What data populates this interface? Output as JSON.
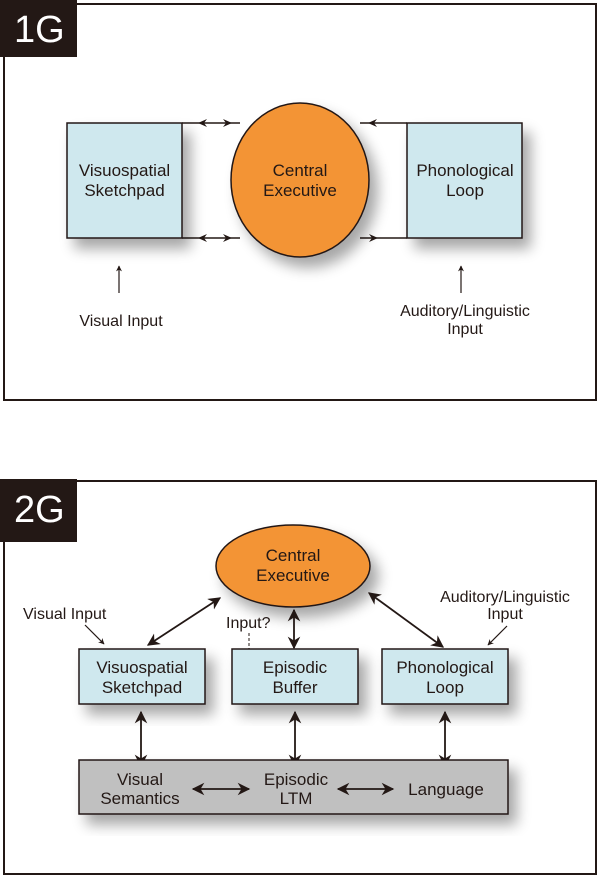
{
  "panels": [
    {
      "id": "1G",
      "label": "1G",
      "central": [
        "Central",
        "Executive"
      ],
      "left_box": [
        "Visuospatial",
        "Sketchpad"
      ],
      "right_box": [
        "Phonological",
        "Loop"
      ],
      "left_input": "Visual Input",
      "right_input": [
        "Auditory/Linguistic",
        "Input"
      ]
    },
    {
      "id": "2G",
      "label": "2G",
      "central": [
        "Central",
        "Executive"
      ],
      "left_box": [
        "Visuospatial",
        "Sketchpad"
      ],
      "middle_box": [
        "Episodic",
        "Buffer"
      ],
      "right_box": [
        "Phonological",
        "Loop"
      ],
      "left_input": "Visual Input",
      "middle_input": "Input?",
      "right_input": [
        "Auditory/Linguistic",
        "Input"
      ],
      "ltm": {
        "left": [
          "Visual",
          "Semantics"
        ],
        "middle": [
          "Episodic",
          "LTM"
        ],
        "right": "Language"
      }
    }
  ],
  "colors": {
    "box_fill": "#cfe8ee",
    "ellipse_fill": "#f39435",
    "ltm_fill": "#c0c0c0",
    "stroke": "#231815",
    "tag_bg": "#231815"
  }
}
